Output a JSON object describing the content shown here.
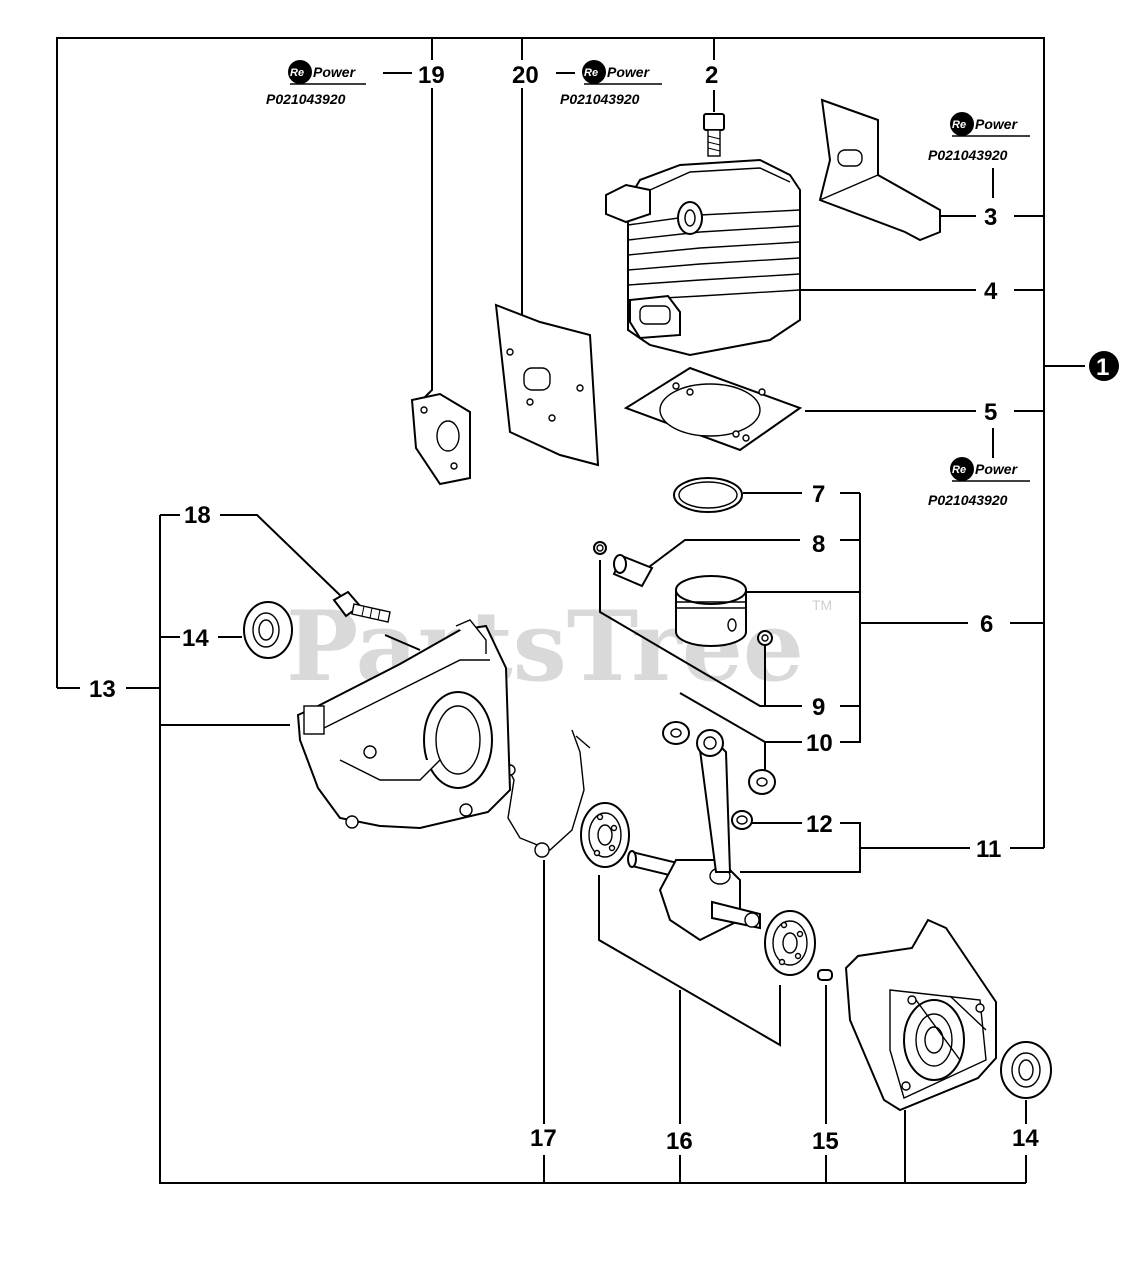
{
  "watermark": {
    "text": "PartsTree",
    "tm": "TM"
  },
  "repower": {
    "logo_prefix": "Re",
    "logo_word": "Power",
    "part_number": "P021043920"
  },
  "callouts": {
    "c1": "1",
    "c2": "2",
    "c3": "3",
    "c4": "4",
    "c5": "5",
    "c6": "6",
    "c7": "7",
    "c8": "8",
    "c9": "9",
    "c10": "10",
    "c11": "11",
    "c12": "12",
    "c13": "13",
    "c14a": "14",
    "c14b": "14",
    "c15": "15",
    "c16": "16",
    "c17": "17",
    "c18": "18",
    "c19": "19",
    "c20": "20"
  }
}
